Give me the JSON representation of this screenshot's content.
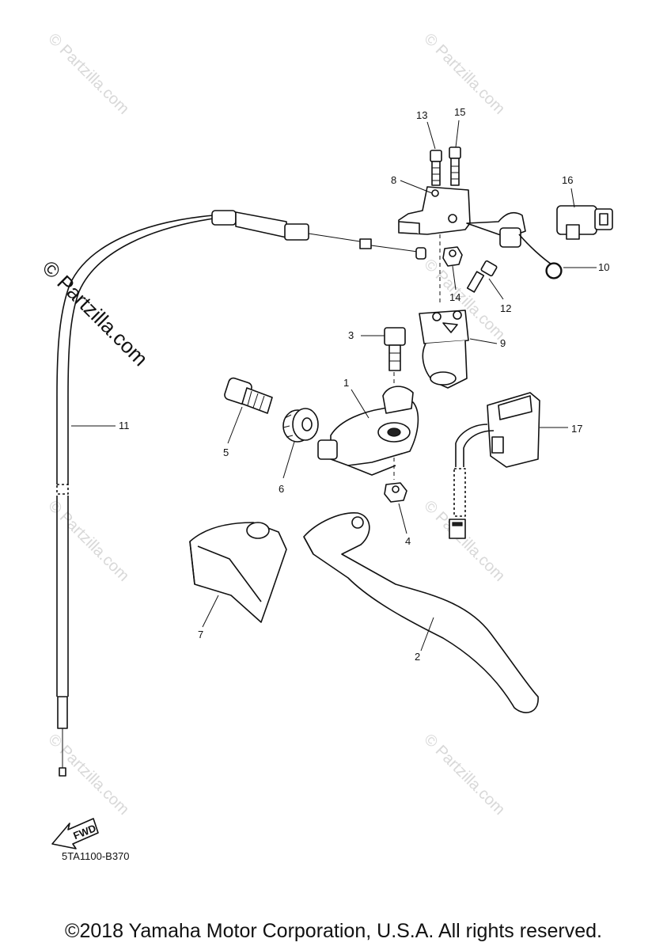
{
  "diagram": {
    "code": "5TA1100-B370",
    "copyright": "©2018 Yamaha Motor Corporation, U.S.A. All rights reserved.",
    "watermark": "© Partzilla.com",
    "fwd_label": "FWD",
    "callouts": {
      "c1": "1",
      "c2": "2",
      "c3": "3",
      "c4": "4",
      "c5": "5",
      "c6": "6",
      "c7": "7",
      "c8": "8",
      "c9": "9",
      "c10": "10",
      "c11": "11",
      "c12": "12",
      "c13": "13",
      "c14": "14",
      "c15": "15",
      "c16": "16",
      "c17": "17"
    }
  },
  "colors": {
    "line": "#111111",
    "watermark": "#d8d8d8",
    "background": "#ffffff"
  }
}
